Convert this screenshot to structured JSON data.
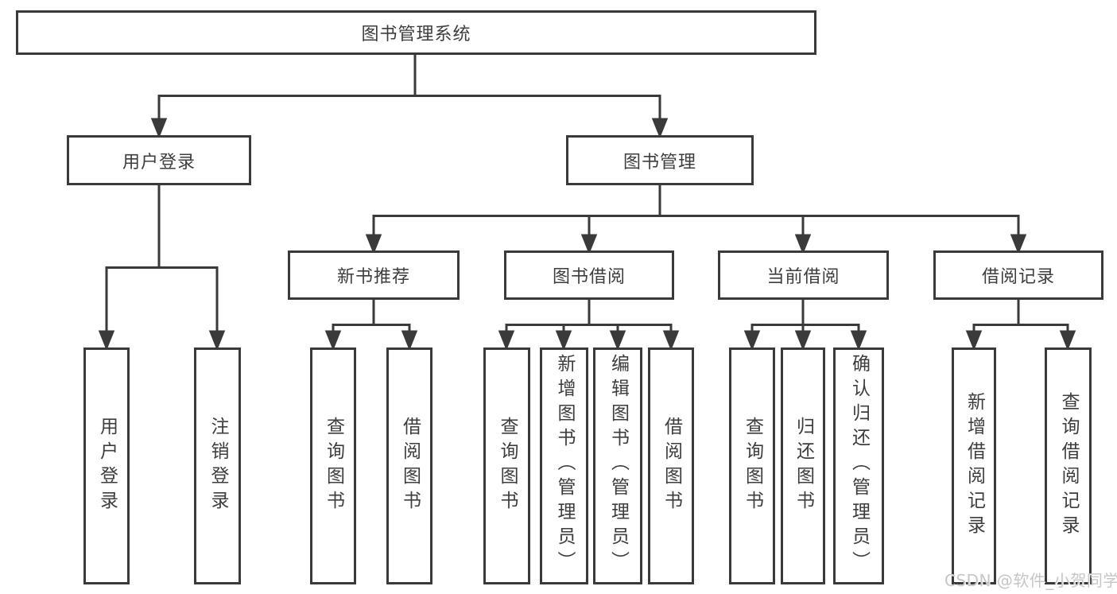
{
  "diagram": {
    "title": "图书管理系统",
    "root": {
      "label": "图书管理系统"
    },
    "level2": {
      "user_login": {
        "label": "用户登录"
      },
      "book_management": {
        "label": "图书管理"
      }
    },
    "level3": {
      "new_book_recommend": {
        "label": "新书推荐"
      },
      "book_borrow": {
        "label": "图书借阅"
      },
      "current_borrow": {
        "label": "当前借阅"
      },
      "borrow_record": {
        "label": "借阅记录"
      }
    },
    "leaves": {
      "user_login": {
        "label": "用户登录",
        "parent": "用户登录"
      },
      "logout": {
        "label": "注销登录",
        "parent": "用户登录"
      },
      "recommend_query_book": {
        "label": "查询图书",
        "parent": "新书推荐"
      },
      "recommend_borrow_book": {
        "label": "借阅图书",
        "parent": "新书推荐"
      },
      "borrow_query_book": {
        "label": "查询图书",
        "parent": "图书借阅"
      },
      "borrow_add_book": {
        "label": "新增图书（管理员）",
        "parent": "图书借阅"
      },
      "borrow_edit_book": {
        "label": "编辑图书（管理员）",
        "parent": "图书借阅"
      },
      "borrow_borrow_book": {
        "label": "借阅图书",
        "parent": "图书借阅"
      },
      "current_query_book": {
        "label": "查询图书",
        "parent": "当前借阅"
      },
      "current_return_book": {
        "label": "归还图书",
        "parent": "当前借阅"
      },
      "current_confirm_return": {
        "label": "确认归还（管理员）",
        "parent": "当前借阅"
      },
      "record_add": {
        "label": "新增借阅记录",
        "parent": "借阅记录"
      },
      "record_query": {
        "label": "查询借阅记录",
        "parent": "借阅记录"
      }
    }
  },
  "watermark": {
    "text": "CSDN @软件_小贺同学"
  },
  "colors": {
    "line": "#3a3a3a",
    "box_border": "#3a3a3a",
    "box_fill": "#ffffff",
    "text": "#3d3d3d",
    "watermark": "#c6c6c6",
    "background": "#ffffff"
  }
}
